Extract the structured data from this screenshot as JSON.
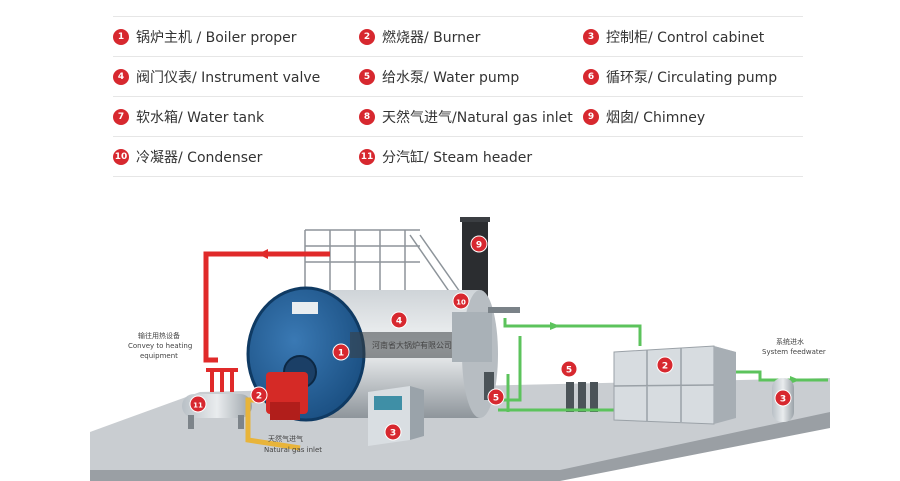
{
  "badge_color": "#d7282f",
  "pipe_colors": {
    "steam": "#e02a2a",
    "water": "#5cc35c",
    "gas": "#e8b43a"
  },
  "legend": [
    {
      "num": "1",
      "label": "锅炉主机 / Boiler proper"
    },
    {
      "num": "2",
      "label": "燃烧器/ Burner"
    },
    {
      "num": "3",
      "label": "控制柜/ Control cabinet"
    },
    {
      "num": "4",
      "label": "阀门仪表/ Instrument valve"
    },
    {
      "num": "5",
      "label": "给水泵/ Water pump"
    },
    {
      "num": "6",
      "label": "循环泵/ Circulating pump"
    },
    {
      "num": "7",
      "label": "软水箱/ Water tank"
    },
    {
      "num": "8",
      "label": "天然气进气/Natural gas inlet"
    },
    {
      "num": "9",
      "label": "烟囱/ Chimney"
    },
    {
      "num": "10",
      "label": "冷凝器/ Condenser"
    },
    {
      "num": "11",
      "label": "分汽缸/ Steam header"
    }
  ],
  "diagram": {
    "callouts": [
      {
        "num": "1"
      },
      {
        "num": "2"
      },
      {
        "num": "2"
      },
      {
        "num": "3"
      },
      {
        "num": "3"
      },
      {
        "num": "4"
      },
      {
        "num": "5"
      },
      {
        "num": "5"
      },
      {
        "num": "9"
      },
      {
        "num": "10"
      },
      {
        "num": "11"
      }
    ],
    "notes": {
      "convey_cn": "输往用热设备",
      "convey_en_1": "Convey to heating",
      "convey_en_2": "equipment",
      "feed_cn": "系统进水",
      "feed_en": "System feedwater",
      "gas_cn": "天然气进气",
      "gas_en": "Natural gas inlet",
      "plate_text": "河南省大锅炉有限公司"
    }
  }
}
